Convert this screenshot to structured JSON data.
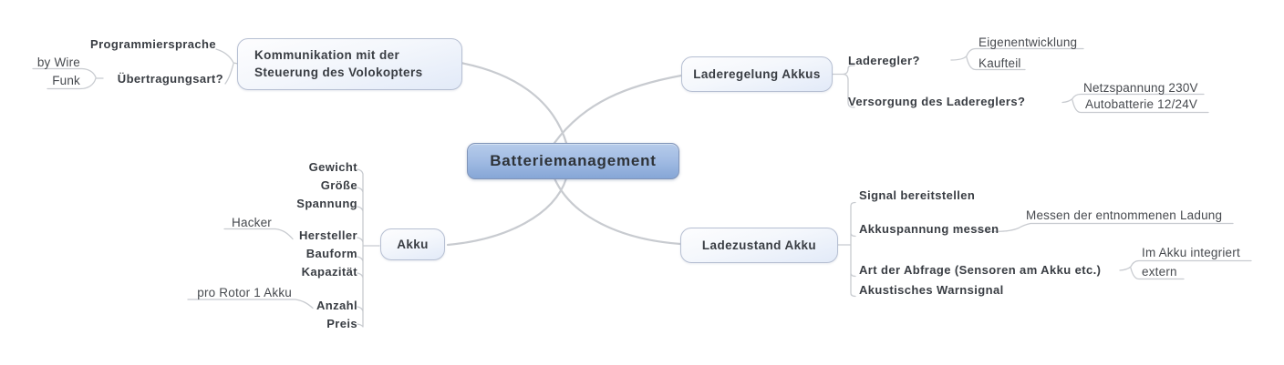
{
  "map": {
    "root": {
      "label": "Batteriemanagement"
    },
    "branches": {
      "kommunikation": {
        "label": "Kommunikation mit der Steuerung des Volokopters",
        "children": {
          "programmiersprache": {
            "label": "Programmiersprache"
          },
          "uebertragungsart": {
            "label": "Übertragungsart?",
            "children": {
              "by_wire": {
                "label": "by Wire"
              },
              "funk": {
                "label": "Funk"
              }
            }
          }
        }
      },
      "laderegelung": {
        "label": "Laderegelung Akkus",
        "children": {
          "laderegler": {
            "label": "Laderegler?",
            "children": {
              "eigenentwicklung": {
                "label": "Eigenentwicklung"
              },
              "kaufteil": {
                "label": "Kaufteil"
              }
            }
          },
          "versorgung": {
            "label": "Versorgung des Ladereglers?",
            "children": {
              "netzspannung": {
                "label": "Netzspannung 230V"
              },
              "autobatterie": {
                "label": "Autobatterie 12/24V"
              }
            }
          }
        }
      },
      "akku": {
        "label": "Akku",
        "children": {
          "gewicht": {
            "label": "Gewicht"
          },
          "groesse": {
            "label": "Größe"
          },
          "spannung": {
            "label": "Spannung"
          },
          "hersteller": {
            "label": "Hersteller",
            "children": {
              "hacker": {
                "label": "Hacker"
              }
            }
          },
          "bauform": {
            "label": "Bauform"
          },
          "kapazitaet": {
            "label": "Kapazität"
          },
          "anzahl": {
            "label": "Anzahl",
            "children": {
              "pro_rotor": {
                "label": "pro Rotor 1 Akku"
              }
            }
          },
          "preis": {
            "label": "Preis"
          }
        }
      },
      "ladezustand": {
        "label": "Ladezustand Akku",
        "children": {
          "signal": {
            "label": "Signal bereitstellen"
          },
          "akkuspannung": {
            "label": "Akkuspannung messen",
            "children": {
              "messen": {
                "label": "Messen der entnommenen Ladung"
              }
            }
          },
          "abfrage": {
            "label": "Art der Abfrage (Sensoren am Akku etc.)",
            "children": {
              "im_akku": {
                "label": "Im Akku integriert"
              },
              "extern": {
                "label": "extern"
              }
            }
          },
          "warnsignal": {
            "label": "Akustisches Warnsignal"
          }
        }
      }
    }
  },
  "colors": {
    "background": "#ffffff",
    "root_fill_top": "#b6cbea",
    "root_fill_bottom": "#86a6d6",
    "root_border": "#8094b8",
    "bubble_fill_top": "#fdfdfe",
    "bubble_fill_bottom": "#e2eaf8",
    "bubble_border": "#b6bfd2",
    "edge": "#c8cbd0",
    "text_strong": "#393d43",
    "text_leaf": "#474a4f"
  }
}
